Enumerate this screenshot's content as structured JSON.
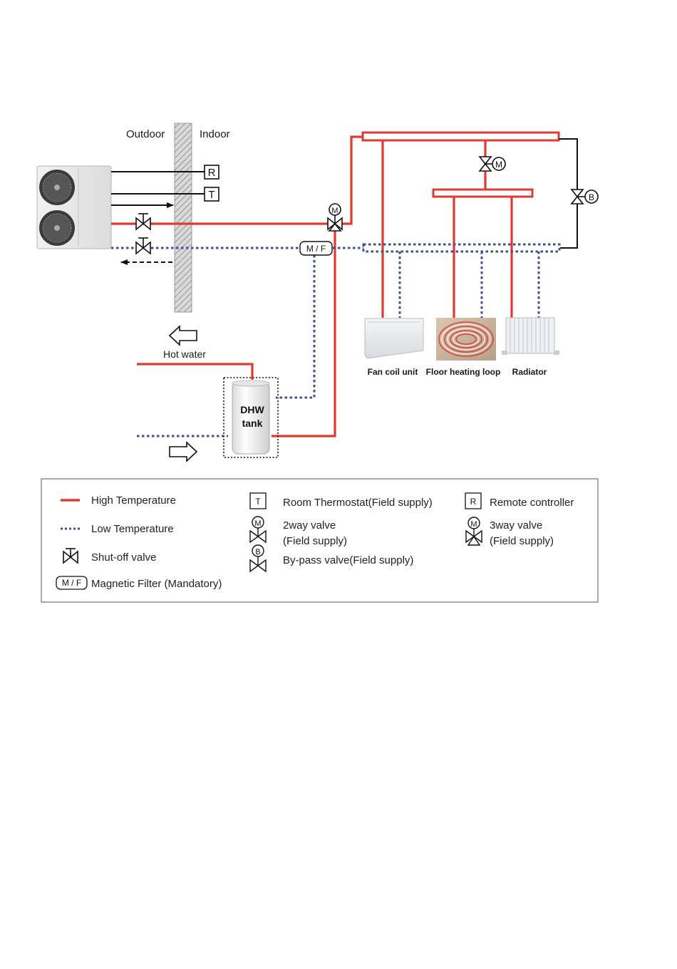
{
  "labels": {
    "outdoor": "Outdoor",
    "indoor": "Indoor",
    "hot_water": "Hot water",
    "remote_box": "R",
    "thermostat_box": "T",
    "motor_m": "M",
    "bypass_b": "B",
    "magnetic_filter": "M / F",
    "dhw_line1": "DHW",
    "dhw_line2": "tank",
    "fan_coil": "Fan coil unit",
    "floor_heating": "Floor heating loop",
    "radiator": "Radiator"
  },
  "legend": {
    "high_temp": "High Temperature",
    "low_temp": "Low Temperature",
    "shutoff": "Shut-off valve",
    "mag_filter_box": "M / F",
    "mag_filter": "Magnetic Filter (Mandatory)",
    "thermostat_box": "T",
    "thermostat": "Room Thermostat(Field supply)",
    "twoway_m": "M",
    "twoway_line1": "2way valve",
    "twoway_line2": "(Field supply)",
    "bypass_b": "B",
    "bypass": "By-pass valve(Field supply)",
    "remote_box": "R",
    "remote": "Remote controller",
    "threeway_m": "M",
    "threeway_line1": "3way valve",
    "threeway_line2": "(Field supply)"
  },
  "colors": {
    "high_temperature": "#e03a32",
    "low_temperature": "#3d5196",
    "control_line": "#111111"
  }
}
